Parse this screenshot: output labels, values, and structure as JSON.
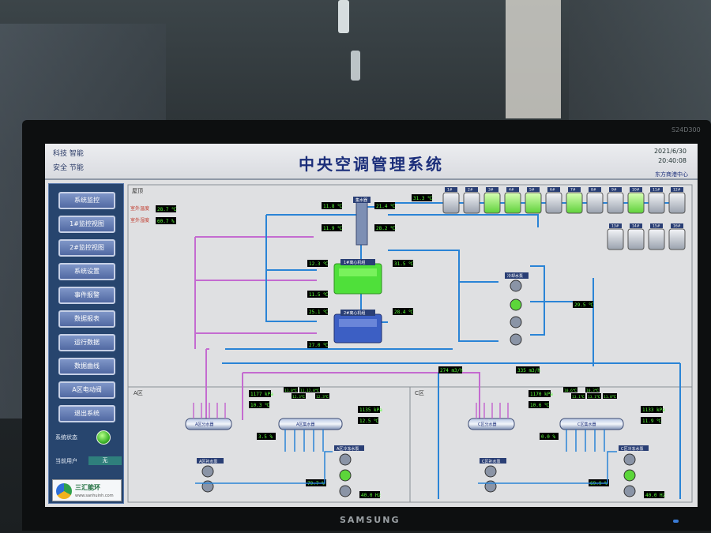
{
  "header": {
    "left_line1": "科技  智能",
    "left_line2": "安全  节能",
    "title": "中央空调管理系统",
    "date": "2021/6/30",
    "time": "20:40:08",
    "org": "东方商港中心"
  },
  "sidebar": {
    "buttons": [
      {
        "label": "系统监控"
      },
      {
        "label": "1#监控视图"
      },
      {
        "label": "2#监控视图"
      },
      {
        "label": "系统设置"
      },
      {
        "label": "事件报警"
      },
      {
        "label": "数据报表"
      },
      {
        "label": "运行数据"
      },
      {
        "label": "数据曲线"
      },
      {
        "label": "A区电动阀"
      },
      {
        "label": "退出系统"
      }
    ],
    "status_label": "系统状态",
    "user_label": "当前用户",
    "user_value": "无",
    "logo_name": "三汇能环",
    "logo_url": "www.sanhuinh.com"
  },
  "main": {
    "section_label": "屋顶",
    "outdoor_temp_label": "室外温度",
    "outdoor_temp_value": "28.7 ℃",
    "outdoor_hum_label": "室外湿度",
    "outdoor_hum_value": "60.7 %",
    "header_tank_label": "集水器",
    "chiller1_label": "1#离心机组",
    "chiller2_label": "2#离心机组",
    "cooling_pump_label": "冷却水泵",
    "zone_a_label": "A区",
    "zone_c_label": "C区",
    "values": {
      "t_11_8": "11.8 ℃",
      "t_21_4": "21.4 ℃",
      "t_11_9": "11.9 ℃",
      "t_28_2": "28.2 ℃",
      "t_31_3": "31.3 ℃",
      "c1_12_3": "12.3 ℃",
      "c1_31_5": "31.5 ℃",
      "c1_11_5": "11.5 ℃",
      "c2_25_1": "25.1 ℃",
      "c2_28_4": "28.4 ℃",
      "c2_27_0": "27.0 ℃",
      "ct_29_5": "29.5 ℃",
      "flow_a": "274 m3/h",
      "flow_c": "335 m3/h"
    },
    "cooling_towers_row1": [
      "1#",
      "2#",
      "3#",
      "4#",
      "5#",
      "6#",
      "7#",
      "8#",
      "9#",
      "10#",
      "11#",
      "12#"
    ],
    "cooling_towers_row2": [
      "13#",
      "14#",
      "15#",
      "16#"
    ],
    "zone_a": {
      "supply_label": "A区分水器",
      "return_label": "A区集水器",
      "pump_label": "A区补水泵",
      "loop_pump_label": "A区冷冻水泵",
      "pressure_top": "1177 kPa",
      "temp_supply": "10.3 ℃",
      "valve_pct": "3.5 %",
      "branch_temps": [
        "11.0℃",
        "11.0℃",
        "12.3℃",
        "12.3℃",
        "12.0℃"
      ],
      "pressure_right": "1135 kPa",
      "temp_right": "12.5 ℃",
      "pump_pct": "79.7 %",
      "freq": "40.0 Hz"
    },
    "zone_c": {
      "supply_label": "C区分水器",
      "return_label": "C区集水器",
      "pump_label": "C区补水泵",
      "loop_pump_label": "C区冷冻水泵",
      "pressure_top": "1170 kPa",
      "temp_supply": "10.6 ℃",
      "valve_pct": "0.0 %",
      "branch_temps": [
        "10.6℃",
        "10.3℃",
        "13.1℃",
        "13.1℃",
        "11.0℃"
      ],
      "pressure_right": "1133 kPa",
      "temp_right": "11.9 ℃",
      "pump_pct": "69.9 %",
      "freq": "40.0 Hz"
    }
  },
  "monitor": {
    "brand": "SAMSUNG",
    "model": "S24D300"
  },
  "colors": {
    "pipe_blue": "#2a84d6",
    "pipe_magenta": "#c46bd0",
    "value_bg": "#000000",
    "value_fg": "#5cff3c",
    "chiller_green": "#4fe03a",
    "chiller_blue": "#3c5fc4",
    "panel_bg": "#dfe0e2"
  }
}
